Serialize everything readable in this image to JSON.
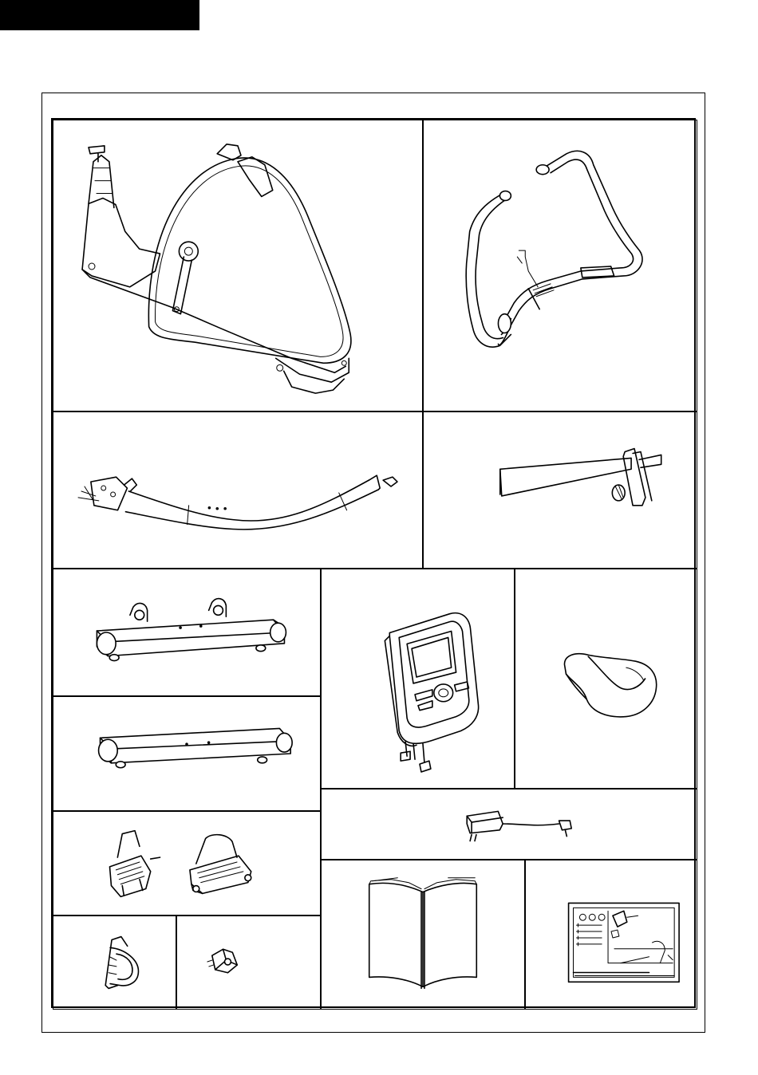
{
  "page": {
    "header_bar_label": "",
    "parts": [
      {
        "id": "main-frame",
        "icon": "bike-main-frame-icon"
      },
      {
        "id": "handlebar",
        "icon": "handlebar-icon"
      },
      {
        "id": "seat-post",
        "icon": "seat-post-icon"
      },
      {
        "id": "seat-slider",
        "icon": "seat-slider-icon"
      },
      {
        "id": "front-stabilizer",
        "icon": "front-stabilizer-icon"
      },
      {
        "id": "rear-stabilizer",
        "icon": "rear-stabilizer-icon"
      },
      {
        "id": "console",
        "icon": "console-icon"
      },
      {
        "id": "seat",
        "icon": "seat-icon"
      },
      {
        "id": "pedals",
        "icon": "pedals-icon"
      },
      {
        "id": "adapter",
        "icon": "power-adapter-icon"
      },
      {
        "id": "manual",
        "icon": "manual-icon"
      },
      {
        "id": "pedal-strap",
        "icon": "pedal-strap-icon"
      },
      {
        "id": "knob",
        "icon": "adjustment-knob-icon"
      },
      {
        "id": "hardware-card",
        "icon": "hardware-card-icon"
      }
    ]
  }
}
